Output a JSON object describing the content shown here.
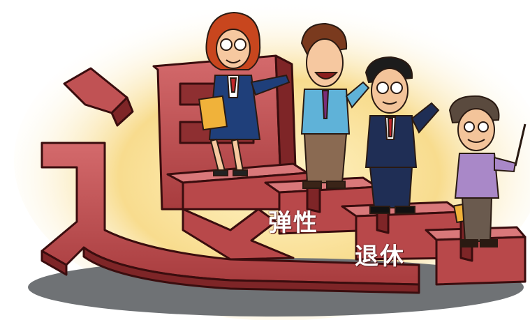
{
  "illustration": {
    "big_character": "退",
    "caption_line1": "弹性",
    "caption_line2": "退休"
  },
  "colors": {
    "glow": "#f7d98a",
    "block_face": "#b8484a",
    "block_side": "#7e2527",
    "block_light": "#d9787a",
    "shadow": "#6f7275",
    "caption": "#ffffff"
  }
}
